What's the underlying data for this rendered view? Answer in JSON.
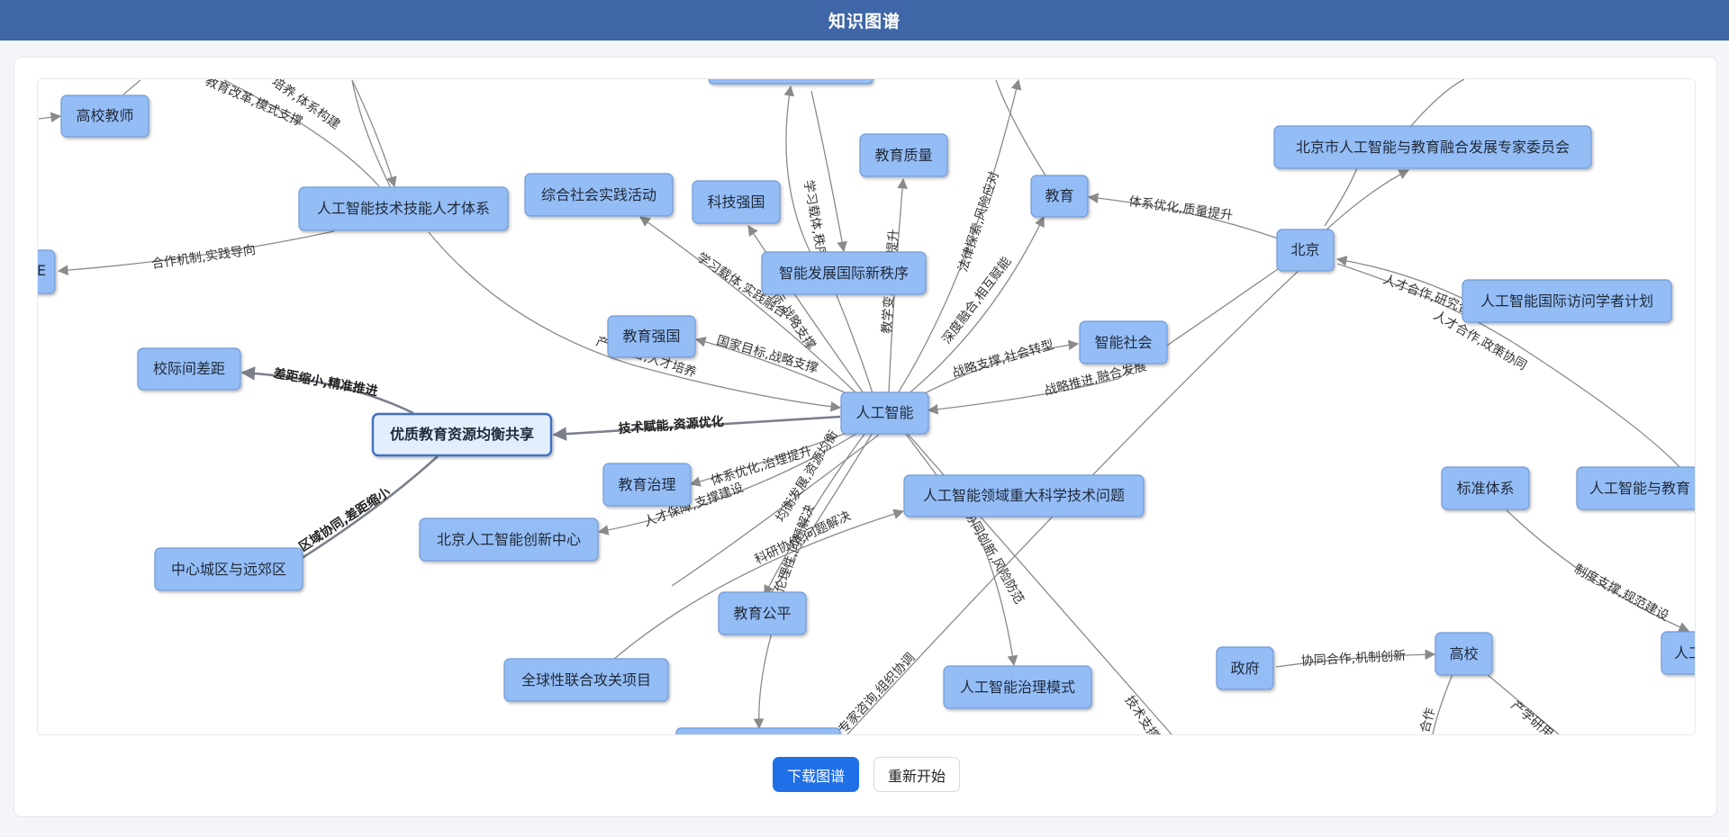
{
  "header": {
    "title": "知识图谱"
  },
  "buttons": {
    "download": "下载图谱",
    "restart": "重新开始"
  },
  "colors": {
    "header": "#3f66a6",
    "node_fill": "#94bdf6",
    "node_border": "#6f9ad6",
    "highlight_fill": "#e3eefc",
    "highlight_border": "#3f6fc4",
    "primary_button": "#1f6fe8"
  },
  "graph": {
    "nodes": [
      {
        "id": "ai",
        "label": "人工智能"
      },
      {
        "id": "talent",
        "label": "人工智能技术技能人才体系"
      },
      {
        "id": "teacher",
        "label": "高校教师"
      },
      {
        "id": "gap",
        "label": "校际间差距"
      },
      {
        "id": "share",
        "label": "优质教育资源均衡共享",
        "highlight": true
      },
      {
        "id": "center",
        "label": "中心城区与远郊区"
      },
      {
        "id": "eduStrong",
        "label": "教育强国"
      },
      {
        "id": "eduGov",
        "label": "教育治理"
      },
      {
        "id": "bjInno",
        "label": "北京人工智能创新中心"
      },
      {
        "id": "social",
        "label": "综合社会实践活动"
      },
      {
        "id": "tech",
        "label": "科技强国"
      },
      {
        "id": "intl",
        "label": "智能发展国际新秩序"
      },
      {
        "id": "quality",
        "label": "教育质量"
      },
      {
        "id": "edu",
        "label": "教育"
      },
      {
        "id": "smartSoc",
        "label": "智能社会"
      },
      {
        "id": "bigSci",
        "label": "人工智能领域重大科学技术问题"
      },
      {
        "id": "fair",
        "label": "教育公平"
      },
      {
        "id": "global",
        "label": "全球性联合攻关项目"
      },
      {
        "id": "govMode",
        "label": "人工智能治理模式"
      },
      {
        "id": "beijing",
        "label": "北京"
      },
      {
        "id": "committee",
        "label": "北京市人工智能与教育融合发展专家委员会"
      },
      {
        "id": "visiting",
        "label": "人工智能国际访问学者计划"
      },
      {
        "id": "standard",
        "label": "标准体系"
      },
      {
        "id": "aiEdu",
        "label": "人工智能与教育"
      },
      {
        "id": "govt",
        "label": "政府"
      },
      {
        "id": "univ",
        "label": "高校"
      },
      {
        "id": "aiRight",
        "label": "人工"
      },
      {
        "id": "leftEdge",
        "label": "E"
      },
      {
        "id": "topCut",
        "label": ""
      },
      {
        "id": "bottomCut",
        "label": ""
      }
    ],
    "edges": [
      {
        "label": "技术赋能,资源优化"
      },
      {
        "label": "差距缩小,精准推进"
      },
      {
        "label": "区域协同,差距缩小"
      },
      {
        "label": "合作机制,实践导向"
      },
      {
        "label": "产教融合,人才培养"
      },
      {
        "label": "国家目标,战略支撑"
      },
      {
        "label": "学习载体,实践融合"
      },
      {
        "label": "目标,战略支撑"
      },
      {
        "label": "学习载体,秩序共建"
      },
      {
        "label": "教学变革,质量提升"
      },
      {
        "label": "法律探索,风险应对"
      },
      {
        "label": "深度融合,相互赋能"
      },
      {
        "label": "战略支撑,社会转型"
      },
      {
        "label": "战略推进,融合发展"
      },
      {
        "label": "体系优化,质量提升"
      },
      {
        "label": "体系优化,治理提升"
      },
      {
        "label": "人才保障,支撑建设"
      },
      {
        "label": "科研协作,问题解决"
      },
      {
        "label": "均衡发展,资源均衡"
      },
      {
        "label": "伦理性,问题解决"
      },
      {
        "label": "协同创新,风险防范"
      },
      {
        "label": "技术支撑"
      },
      {
        "label": "专家咨询,组织协调"
      },
      {
        "label": "人才合作,研究合作"
      },
      {
        "label": "人才合作,政策协同"
      },
      {
        "label": "制度支撑,规范建设"
      },
      {
        "label": "协同合作,机制创新"
      },
      {
        "label": "产学研用"
      },
      {
        "label": "合作"
      },
      {
        "label": "培养,体系构建"
      },
      {
        "label": "教育改革,模式支撑"
      }
    ]
  }
}
